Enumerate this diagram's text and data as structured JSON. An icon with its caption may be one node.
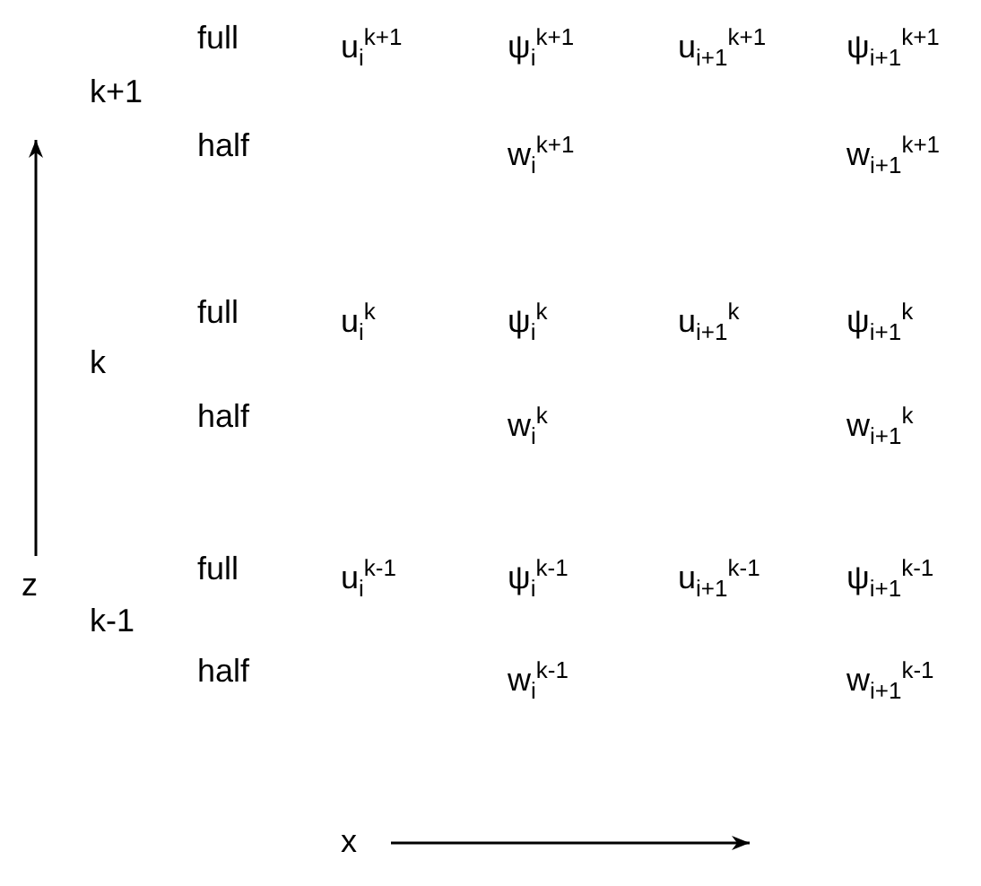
{
  "diagram": {
    "labels": [
      "full",
      "u$_{i}$$^{k+1}$",
      "ψ$_{i}$$^{k+1}$",
      "u$_{i+1}$$^{k+1}$",
      "ψ$_{i+1}$$^{k+1}$",
      "k+1",
      "half",
      "w$_{i}$$^{k+1}$",
      "w$_{i+1}$$^{k+1}$",
      "full",
      "u$_{i}$$^{k}$",
      "ψ$_{i}$$^{k}$",
      "u$_{i+1}$$^{k}$",
      "ψ$_{i+1}$$^{k}$",
      "k",
      "half",
      "w$_{i}$$^{k}$",
      "w$_{i+1}$$^{k}$",
      "full",
      "u$_{i}$$^{k-1}$",
      "ψ$_{i}$$^{k-1}$",
      "u$_{i+1}$$^{k-1}$",
      "ψ$_{i+1}$$^{k-1}$",
      "z",
      "k-1",
      "half",
      "w$_{i}$$^{k-1}$",
      "w$_{i+1}$$^{k-1}$",
      "x"
    ]
  }
}
